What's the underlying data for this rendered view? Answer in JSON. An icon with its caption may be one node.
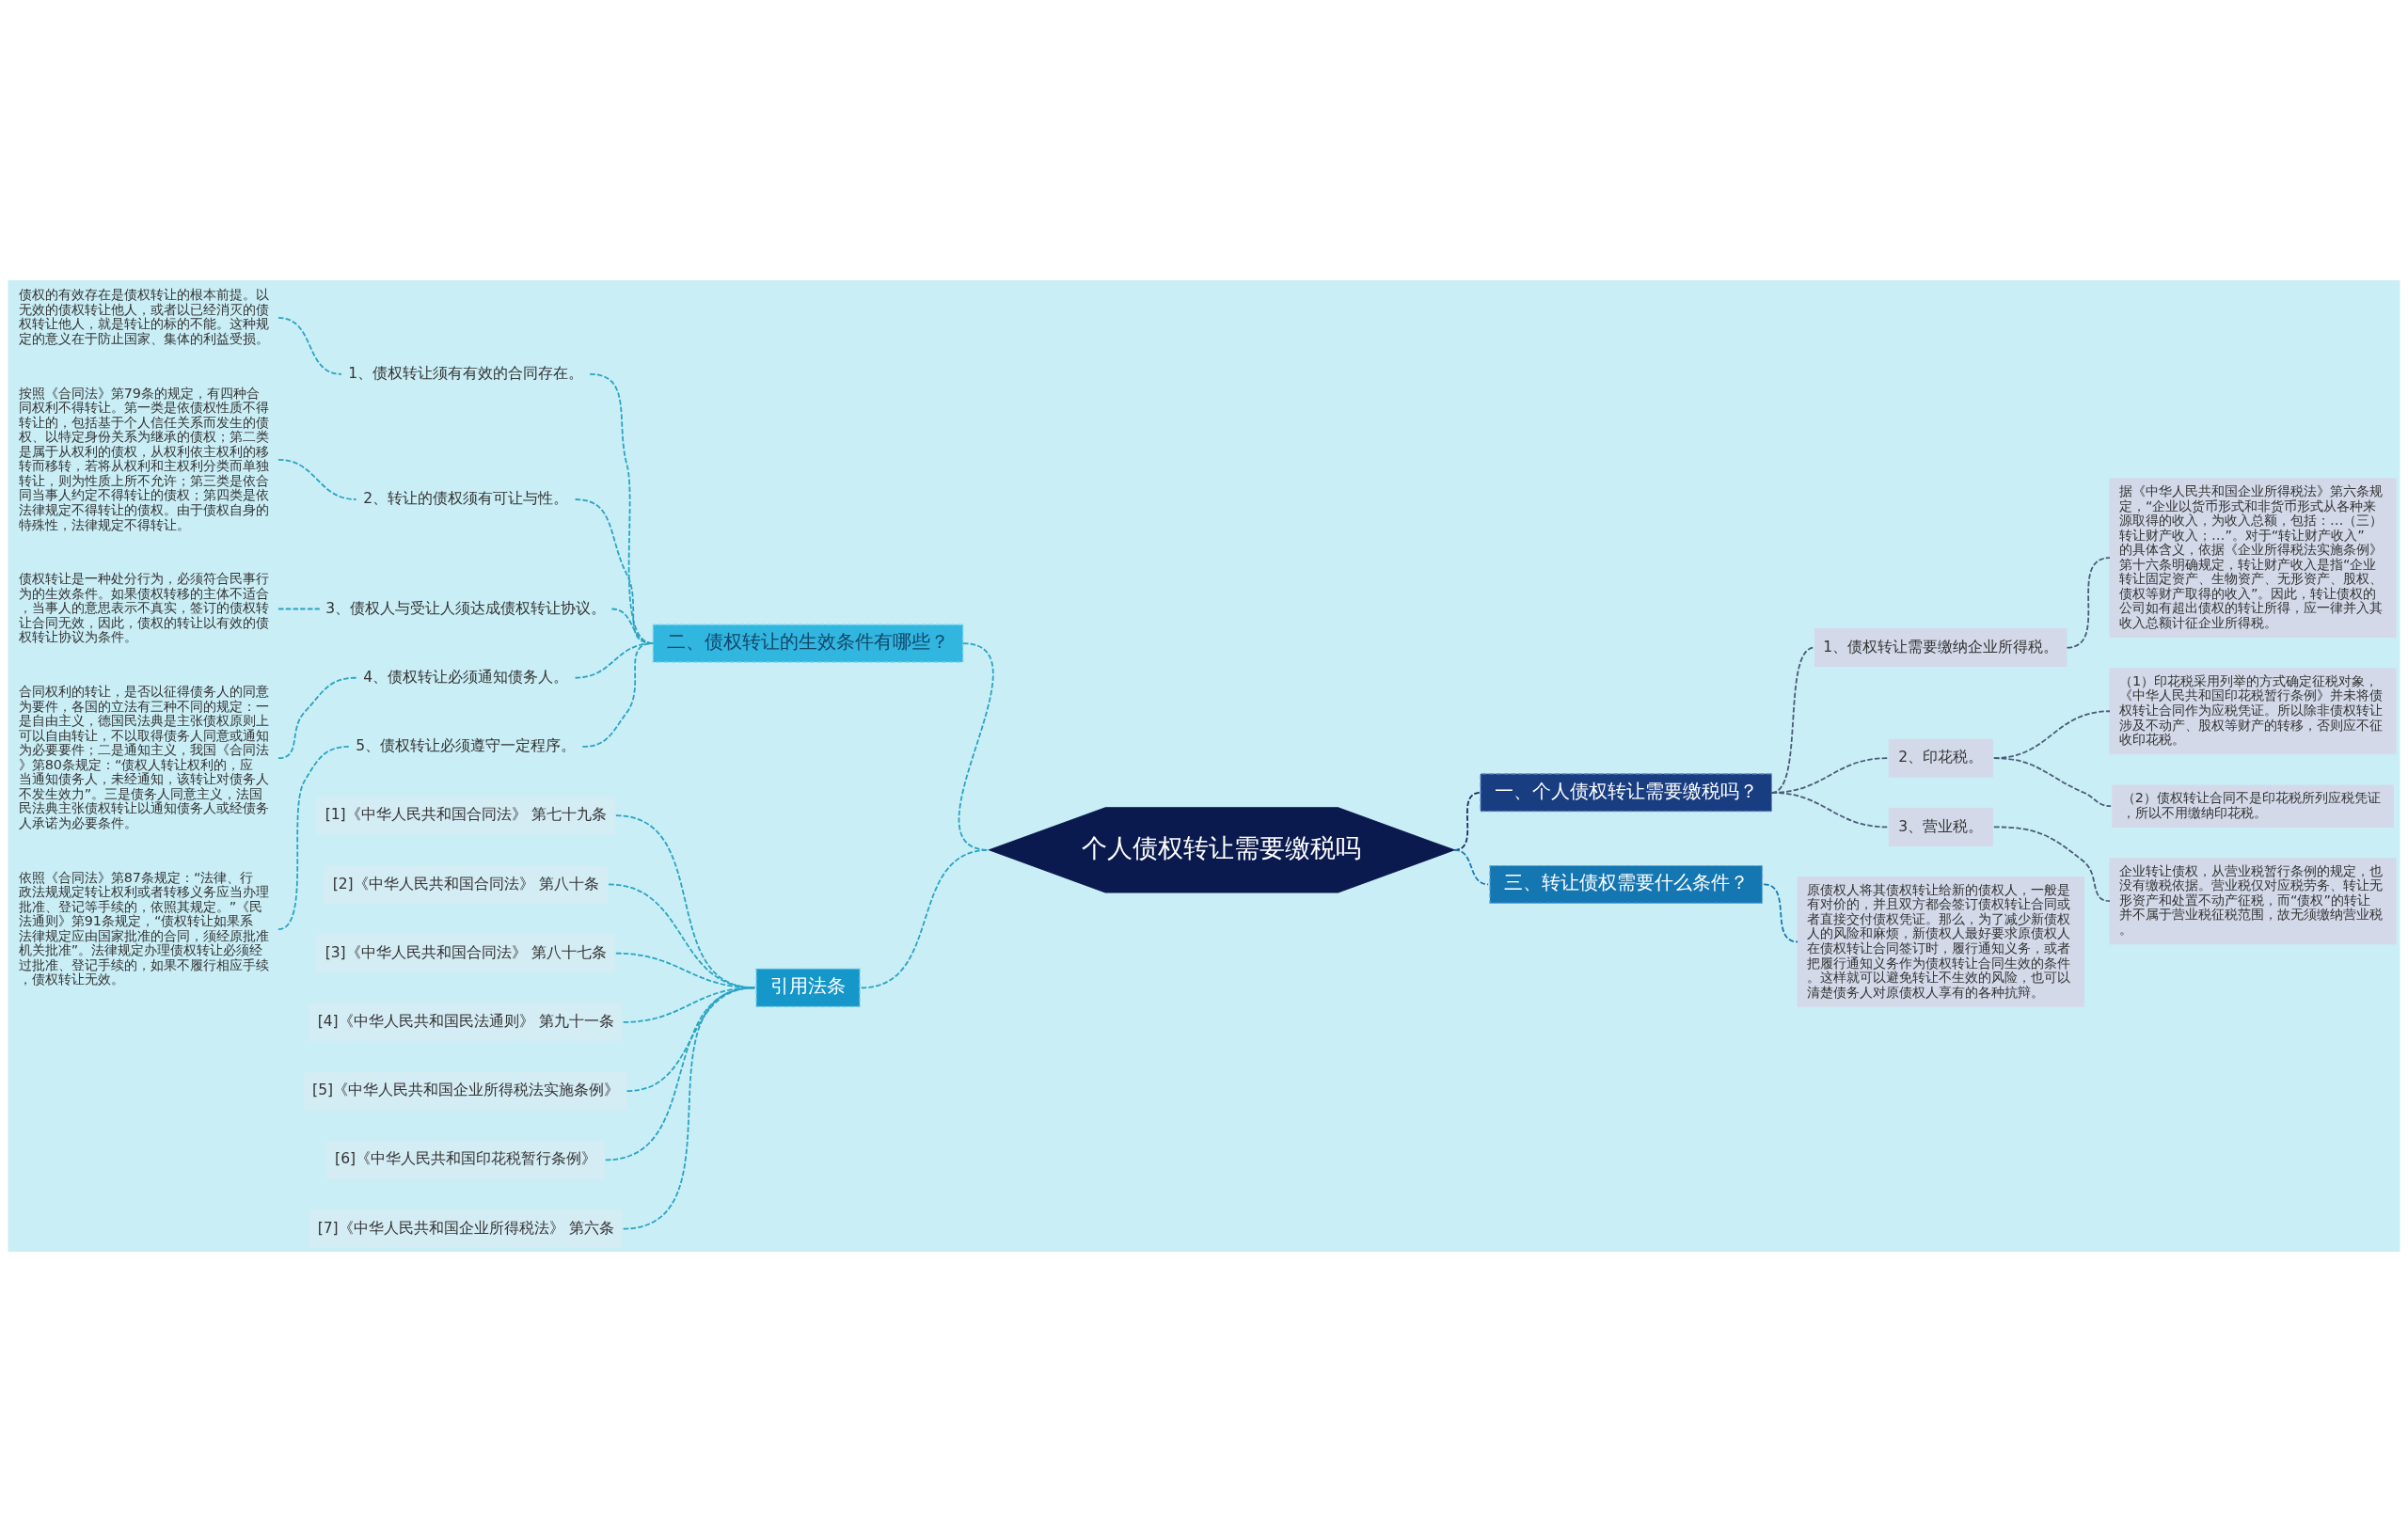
{
  "diagram": {
    "nodes": [
      {
        "text": [
          "个人债权转让需要缴税吗"
        ]
      },
      {
        "text": [
          "一、个人债权转让需要缴税吗？"
        ]
      },
      {
        "text": [
          "1、债权转让需要缴纳企业所得税。"
        ]
      },
      {
        "text": [
          "据《中华人民共和国企业所得税法》第六条规定，“企业以货币形式和非货币形式从各种来源取得的收入，为收入总额，包括：…（三）转让财产收入；…”。对于“转让财产收入”的具体含义，依据《企业所得税法实施条例》第十六条明确规定，转让财产收入是指“企业转让固定资产、生物资产、无形资产、股权、债权等财产取得的收入”。因此，转让债权的公司如有超出债权的转让所得，应一律并入其收入总额计征企业所得税。"
        ]
      },
      {
        "text": [
          "2、印花税。"
        ]
      },
      {
        "text": [
          "（1）印花税采用列举的方式确定征税对象，《中华人民共和国印花税暂行条例》并未将债权转让合同作为应税凭证。所以除非债权转让涉及不动产、股权等财产的转移，否则应不征收印花税。"
        ]
      },
      {
        "text": [
          "（2）债权转让合同不是印花税所列应税凭证，所以不用缴纳印花税。"
        ]
      },
      {
        "text": [
          "3、营业税。"
        ]
      },
      {
        "text": [
          "企业转让债权，从营业税暂行条例的规定，也没有缴税依据。营业税仅对应税劳务、转让无形资产和处置不动产征税，而“债权”的转让并不属于营业税征税范围，故无须缴纳营业税。"
        ]
      },
      {
        "text": [
          "二、债权转让的生效条件有哪些？"
        ]
      },
      {
        "text": [
          "1、债权转让须有有效的合同存在。"
        ]
      },
      {
        "text": [
          "债权的有效存在是债权转让的根本前提。以无效的债权转让他人，或者以已经消灭的债权转让他人，就是转让的标的不能。这种规定的意义在于防止国家、集体的利益受损。"
        ]
      },
      {
        "text": [
          "2、转让的债权须有可让与性。"
        ]
      },
      {
        "text": [
          "按照《合同法》第79条的规定，有四种合同权利不得转让。第一类是依债权性质不得转让的，包括基于个人信任关系而发生的债权、以特定身份关系为继承的债权；第二类是属于从权利的债权，从权利依主权利的移转而移转，若将从权利和主权利分类而单独转让，则为性质上所不允许；第三类是依合同当事人约定不得转让的债权；第四类是依法律规定不得转让的债权。由于债权自身的特殊性，法律规定不得转让。"
        ]
      },
      {
        "text": [
          "3、债权人与受让人须达成债权转让协议。"
        ]
      },
      {
        "text": [
          "债权转让是一种处分行为，必须符合民事行为的生效条件。如果债权转移的主体不适合，当事人的意思表示不真实，签订的债权转让合同无效，因此，债权的转让以有效的债权转让协议为条件。"
        ]
      },
      {
        "text": [
          "4、债权转让必须通知债务人。"
        ]
      },
      {
        "text": [
          "合同权利的转让，是否以征得债务人的同意为要件，各国的立法有三种不同的规定：一是自由主义，德国民法典是主张债权原则上可以自由转让，不以取得债务人同意或通知为必要要件；二是通知主义，我国《合同法》第80条规定：“债权人转让权利的，应当通知债务人，未经通知，该转让对债务人不发生效力”。三是债务人同意主义，法国民法典主张债权转让以通知债务人或经债务人承诺为必要条件。"
        ]
      },
      {
        "text": [
          "5、债权转让必须遵守一定程序。"
        ]
      },
      {
        "text": [
          "依照《合同法》第87条规定：“法律、行政法规规定转让权利或者转移义务应当办理批准、登记等手续的，依照其规定。”《民法通则》第91条规定，“债权转让如果系法律规定应由国家批准的合同，须经原批准机关批准”。法律规定办理债权转让必须经过批准、登记手续的，如果不履行相应手续，债权转让无效。"
        ]
      },
      {
        "text": [
          "三、转让债权需要什么条件？"
        ]
      },
      {
        "text": [
          "原债权人将其债权转让给新的债权人，一般是有对价的，并且双方都会签订债权转让合同或者直接交付债权凭证。那么，为了减少新债权人的风险和麻烦，新债权人最好要求原债权人在债权转让合同签订时，履行通知义务，或者把履行通知义务作为债权转让合同生效的条件。这样就可以避免转让不生效的风险，也可以清楚债务人对原债权人享有的各种抗辩。"
        ]
      },
      {
        "text": [
          "引用法条"
        ]
      },
      {
        "text": [
          "[1]《中华人民共和国合同法》 第七十九条"
        ]
      },
      {
        "text": [
          "[2]《中华人民共和国合同法》 第八十条"
        ]
      },
      {
        "text": [
          "[3]《中华人民共和国合同法》 第八十七条"
        ]
      },
      {
        "text": [
          "[4]《中华人民共和国民法通则》 第九十一条"
        ]
      },
      {
        "text": [
          "[5]《中华人民共和国企业所得税法实施条例》"
        ]
      },
      {
        "text": [
          "[6]《中华人民共和国印花税暂行条例》"
        ]
      },
      {
        "text": [
          "[7]《中华人民共和国企业所得税法》 第六条"
        ]
      }
    ],
    "edges": [
      {
        "from": 0,
        "to": 1,
        "arrow": "none",
        "style": "dashed",
        "color": "#1b2a5e"
      },
      {
        "from": 1,
        "to": 2,
        "arrow": "none",
        "style": "dashed",
        "color": "#4a5a78"
      },
      {
        "from": 2,
        "to": 3,
        "arrow": "none",
        "style": "dashed",
        "color": "#4a5a78"
      },
      {
        "from": 1,
        "to": 4,
        "arrow": "none",
        "style": "dashed",
        "color": "#4a5a78"
      },
      {
        "from": 4,
        "to": 5,
        "arrow": "none",
        "style": "dashed",
        "color": "#4a5a78"
      },
      {
        "from": 4,
        "to": 6,
        "arrow": "none",
        "style": "dashed",
        "color": "#4a5a78"
      },
      {
        "from": 1,
        "to": 7,
        "arrow": "none",
        "style": "dashed",
        "color": "#4a5a78"
      },
      {
        "from": 7,
        "to": 8,
        "arrow": "none",
        "style": "dashed",
        "color": "#4a5a78"
      },
      {
        "from": 9,
        "to": 0,
        "arrow": "none",
        "style": "dashed"
      },
      {
        "from": 10,
        "to": 9,
        "arrow": "none",
        "style": "dashed"
      },
      {
        "from": 11,
        "to": 10,
        "arrow": "none",
        "style": "dashed"
      },
      {
        "from": 12,
        "to": 9,
        "arrow": "none",
        "style": "dashed"
      },
      {
        "from": 13,
        "to": 12,
        "arrow": "none",
        "style": "dashed"
      },
      {
        "from": 14,
        "to": 9,
        "arrow": "none",
        "style": "dashed"
      },
      {
        "from": 15,
        "to": 14,
        "arrow": "none",
        "style": "dashed"
      },
      {
        "from": 16,
        "to": 9,
        "arrow": "none",
        "style": "dashed"
      },
      {
        "from": 17,
        "to": 16,
        "arrow": "none",
        "style": "dashed"
      },
      {
        "from": 18,
        "to": 9,
        "arrow": "none",
        "style": "dashed"
      },
      {
        "from": 19,
        "to": 18,
        "arrow": "none",
        "style": "dashed"
      },
      {
        "from": 0,
        "to": 20,
        "arrow": "none",
        "style": "dashed",
        "color": "#1a78b0"
      },
      {
        "from": 20,
        "to": 21,
        "arrow": "none",
        "style": "dashed",
        "color": "#1a78b0"
      },
      {
        "from": 22,
        "to": 0,
        "arrow": "none",
        "style": "dashed"
      },
      {
        "from": 23,
        "to": 22,
        "arrow": "none",
        "style": "dashed"
      },
      {
        "from": 24,
        "to": 22,
        "arrow": "none",
        "style": "dashed"
      },
      {
        "from": 25,
        "to": 22,
        "arrow": "none",
        "style": "dashed"
      },
      {
        "from": 26,
        "to": 22,
        "arrow": "none",
        "style": "dashed"
      },
      {
        "from": 27,
        "to": 22,
        "arrow": "none",
        "style": "dashed"
      },
      {
        "from": 28,
        "to": 22,
        "arrow": "none",
        "style": "dashed"
      },
      {
        "from": 29,
        "to": 22,
        "arrow": "none",
        "style": "dashed"
      }
    ]
  }
}
